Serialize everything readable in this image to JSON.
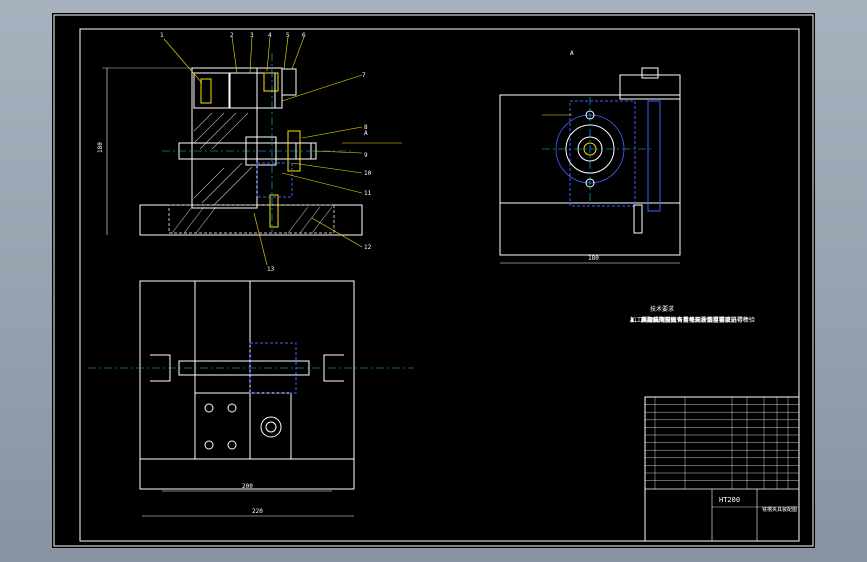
{
  "drawing": {
    "view_label": "A",
    "tech_title": "技术要求",
    "notes": [
      "1. 夹具装配前所有零件应按图样要求进行检验",
      "2. 各定位面不允许有毛刺、划痕等缺陷",
      "3. 装配后应保证各定位元件位置精度，零件",
      "   加工后须去毛刺",
      "4. 其余尚应符合有关标准要求"
    ],
    "balloons": [
      "1",
      "2",
      "3",
      "4",
      "5",
      "6",
      "7",
      "8",
      "9",
      "10",
      "11",
      "12",
      "13"
    ],
    "dims": {
      "height": "180",
      "width_side": "180",
      "width_top": "200",
      "width_top2": "220"
    },
    "title_block": {
      "material": "HT200",
      "name": "铣槽夹具装配图"
    }
  }
}
